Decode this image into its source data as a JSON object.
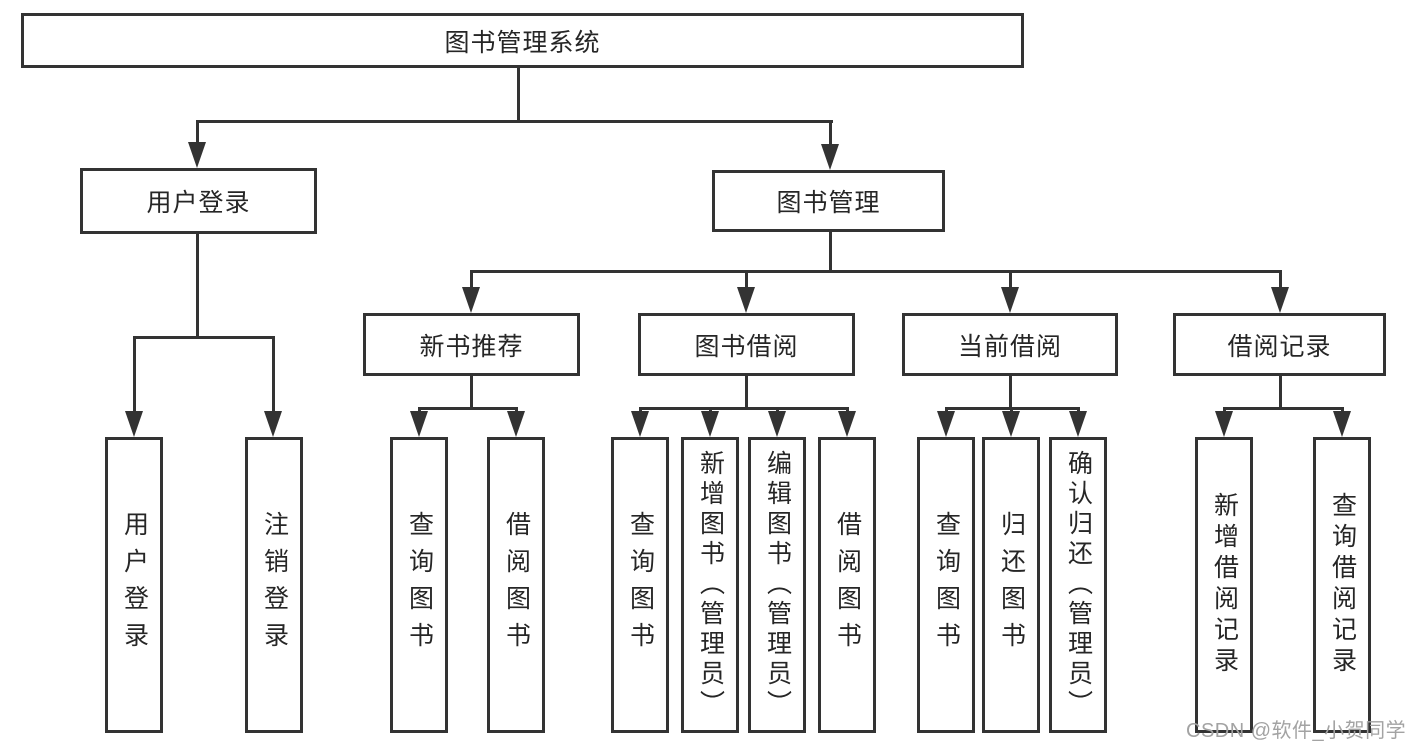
{
  "diagram": {
    "root": {
      "label": "图书管理系统"
    },
    "branches": [
      {
        "label": "用户登录",
        "children": [
          {
            "label": "用户登录"
          },
          {
            "label": "注销登录"
          }
        ]
      },
      {
        "label": "图书管理",
        "children": [
          {
            "label": "新书推荐",
            "children": [
              {
                "label": "查询图书"
              },
              {
                "label": "借阅图书"
              }
            ]
          },
          {
            "label": "图书借阅",
            "children": [
              {
                "label": "查询图书"
              },
              {
                "label": "新增图书（管理员）"
              },
              {
                "label": "编辑图书（管理员）"
              },
              {
                "label": "借阅图书"
              }
            ]
          },
          {
            "label": "当前借阅",
            "children": [
              {
                "label": "查询图书"
              },
              {
                "label": "归还图书"
              },
              {
                "label": "确认归还（管理员）"
              }
            ]
          },
          {
            "label": "借阅记录",
            "children": [
              {
                "label": "新增借阅记录"
              },
              {
                "label": "查询借阅记录"
              }
            ]
          }
        ]
      }
    ],
    "line_color": "#333333",
    "text_color": "#262626"
  },
  "watermark": {
    "text": "CSDN @软件_小贺同学"
  }
}
